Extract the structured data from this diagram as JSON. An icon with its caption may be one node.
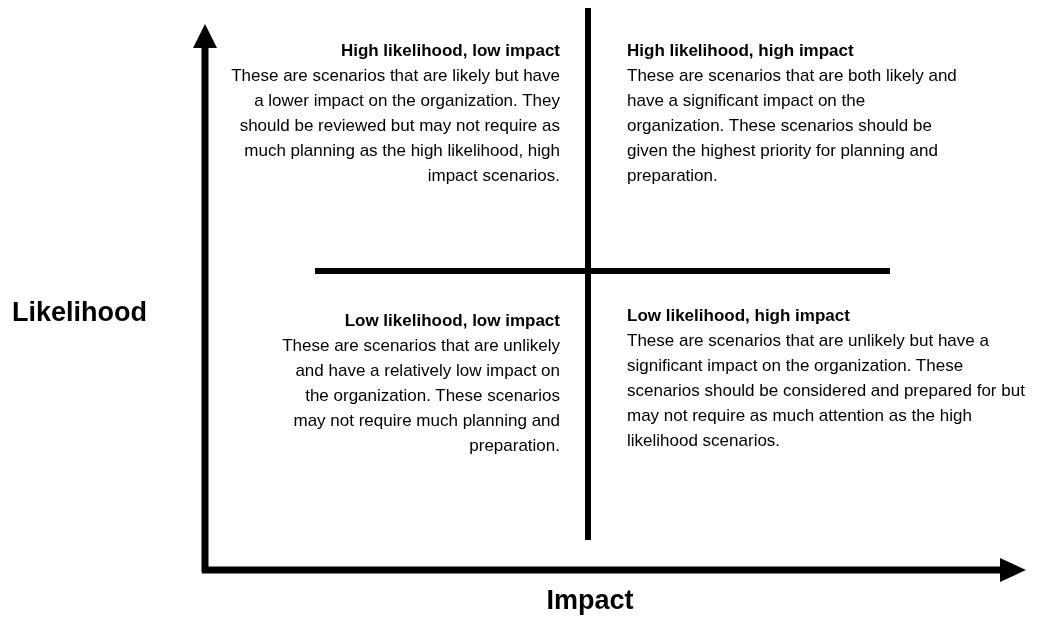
{
  "diagram": {
    "labels": [
      "High likelihood, low impact",
      "These are scenarios that are likely but have a lower impact on the organization. They should be reviewed but may not require as much planning as the high likelihood, high impact scenarios.",
      "High likelihood, high impact",
      "These are scenarios that are both likely and have a significant impact on the organization. These scenarios should be given the highest priority for planning and preparation.",
      "Likelihood",
      "Low likelihood, low impact",
      "These are scenarios that are unlikely and have a relatively low impact on the organization. These scenarios may not require much planning and preparation.",
      "Low likelihood, high impact",
      "These are scenarios that are unlikely but have a significant impact on the organization. These scenarios should be considered and prepared for but may not require as much attention as the high likelihood scenarios.",
      "Impact"
    ]
  }
}
